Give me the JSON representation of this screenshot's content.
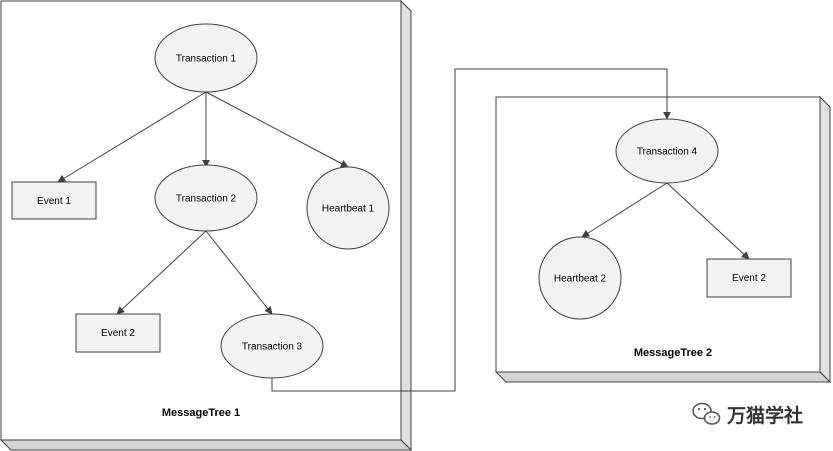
{
  "trees": [
    {
      "label": "MessageTree 1",
      "nodes": [
        {
          "id": "t1",
          "label": "Transaction 1",
          "shape": "ellipse"
        },
        {
          "id": "e1",
          "label": "Event 1",
          "shape": "rect"
        },
        {
          "id": "t2",
          "label": "Transaction 2",
          "shape": "ellipse"
        },
        {
          "id": "h1",
          "label": "Heartbeat 1",
          "shape": "circle"
        },
        {
          "id": "e2a",
          "label": "Event 2",
          "shape": "rect"
        },
        {
          "id": "t3",
          "label": "Transaction 3",
          "shape": "ellipse"
        }
      ]
    },
    {
      "label": "MessageTree 2",
      "nodes": [
        {
          "id": "t4",
          "label": "Transaction 4",
          "shape": "ellipse"
        },
        {
          "id": "h2",
          "label": "Heartbeat 2",
          "shape": "circle"
        },
        {
          "id": "e2b",
          "label": "Event 2",
          "shape": "rect"
        }
      ]
    }
  ],
  "edges": [
    {
      "from": "t1",
      "to": "e1"
    },
    {
      "from": "t1",
      "to": "t2"
    },
    {
      "from": "t1",
      "to": "h1"
    },
    {
      "from": "t2",
      "to": "e2a"
    },
    {
      "from": "t2",
      "to": "t3"
    },
    {
      "from": "t4",
      "to": "h2"
    },
    {
      "from": "t4",
      "to": "e2b"
    },
    {
      "from": "t3",
      "to": "t4",
      "type": "cross-tree-link"
    }
  ],
  "watermark": {
    "text": "万猫学社",
    "icon": "wechat-icon"
  },
  "colors": {
    "node_fill": "#f2f2f2",
    "stroke": "#404040",
    "page_bg": "#ffffff"
  }
}
